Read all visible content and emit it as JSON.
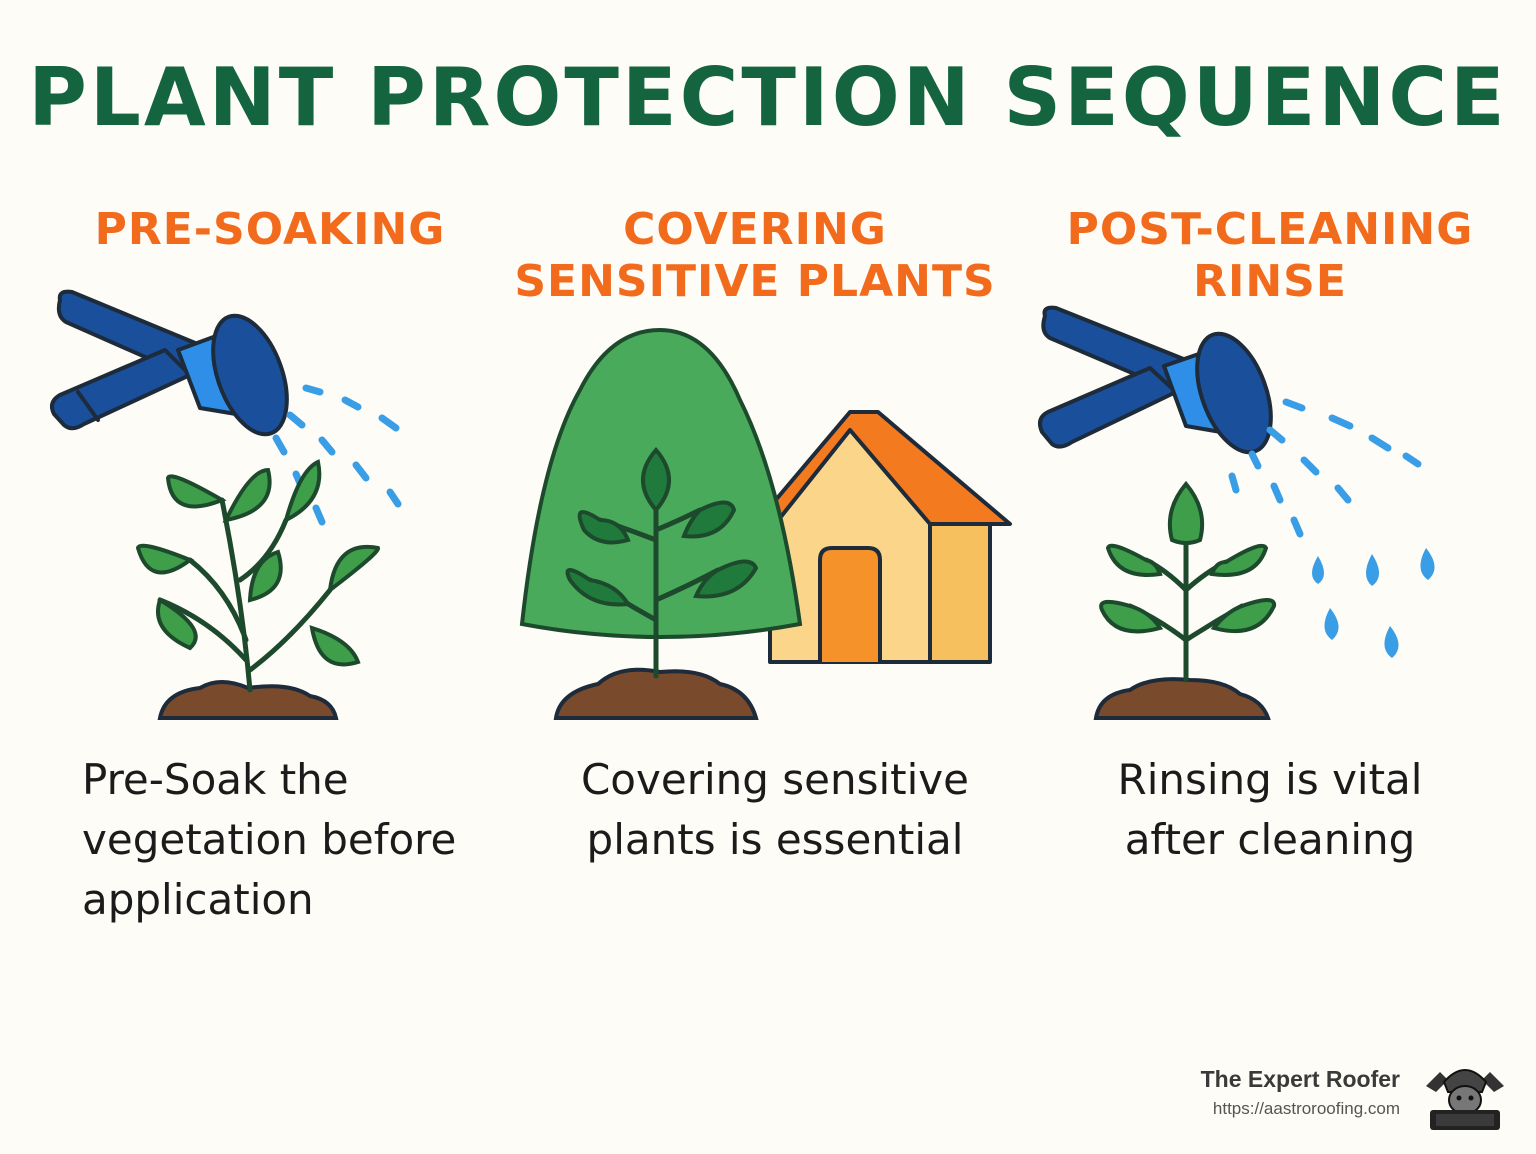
{
  "title": "PLANT PROTECTION SEQUENCE",
  "colors": {
    "title": "#14653f",
    "heading": "#f26b1d",
    "leaf": "#3f9e4a",
    "leaf_dark": "#1f7a3b",
    "hose": "#1a4f9c",
    "hose_light": "#2f8ee8",
    "water": "#3a9ee6",
    "soil": "#7a4a2c",
    "roof": "#f47a1f",
    "house": "#fbd68a",
    "outline": "#1d2b3a"
  },
  "steps": [
    {
      "heading": [
        "PRE-SOAKING"
      ],
      "description": [
        "Pre-Soak the",
        "vegetation before",
        "application"
      ],
      "icons": [
        "hose-nozzle-icon",
        "water-spray-icon",
        "plant-icon"
      ]
    },
    {
      "heading": [
        "COVERING",
        "SENSITIVE PLANTS"
      ],
      "description": [
        "Covering sensitive",
        "plants is essential"
      ],
      "icons": [
        "plant-cover-icon",
        "house-icon"
      ]
    },
    {
      "heading": [
        "POST-CLEANING",
        "RINSE"
      ],
      "description": [
        "Rinsing is vital",
        "after cleaning"
      ],
      "icons": [
        "hose-nozzle-icon",
        "water-drops-icon",
        "plant-icon"
      ]
    }
  ],
  "brand": {
    "name": "The Expert Roofer",
    "url": "https://aastroroofing.com",
    "logo_icon": "roofer-logo-icon"
  }
}
